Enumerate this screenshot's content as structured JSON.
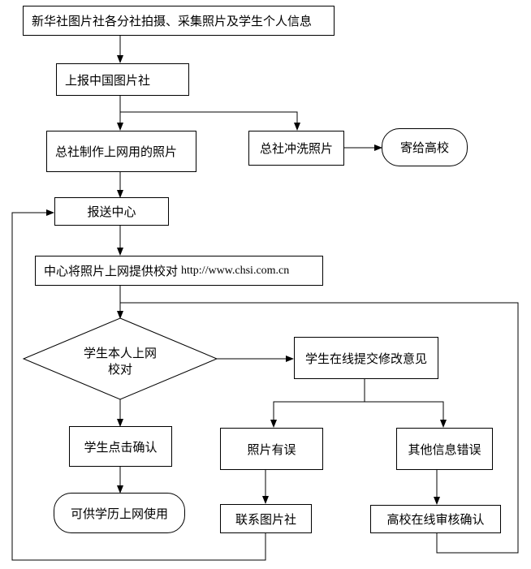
{
  "diagram": {
    "nodes": {
      "n1": "新华社图片社各分社拍摄、采集照片及学生个人信息",
      "n2": "上报中国图片社",
      "n3": "总社制作上网用的照片",
      "n4": "总社冲洗照片",
      "n5": "寄给高校",
      "n6": "报送中心",
      "n7_text": "中心将照片上网提供校对",
      "n7_url": "http://www.chsi.com.cn",
      "n8_line1": "学生本人上网",
      "n8_line2": "校对",
      "n9": "学生在线提交修改意见",
      "n10": "学生点击确认",
      "n11": "可供学历上网使用",
      "n12": "照片有误",
      "n13": "其他信息错误",
      "n14": "联系图片社",
      "n15": "高校在线审核确认"
    },
    "edges": [
      {
        "from": "n1",
        "to": "n2"
      },
      {
        "from": "n2",
        "to": "n3"
      },
      {
        "from": "n2",
        "to": "n4"
      },
      {
        "from": "n4",
        "to": "n5"
      },
      {
        "from": "n3",
        "to": "n6"
      },
      {
        "from": "n6",
        "to": "n7"
      },
      {
        "from": "n7",
        "to": "n8"
      },
      {
        "from": "n8",
        "to": "n9"
      },
      {
        "from": "n8",
        "to": "n10"
      },
      {
        "from": "n10",
        "to": "n11"
      },
      {
        "from": "n9",
        "to": "n12"
      },
      {
        "from": "n9",
        "to": "n13"
      },
      {
        "from": "n12",
        "to": "n14"
      },
      {
        "from": "n13",
        "to": "n15"
      },
      {
        "from": "n14",
        "to": "n6"
      },
      {
        "from": "n15",
        "to": "n8"
      }
    ],
    "colors": {
      "line": "#000000",
      "fill": "#ffffff",
      "text": "#000000"
    }
  }
}
